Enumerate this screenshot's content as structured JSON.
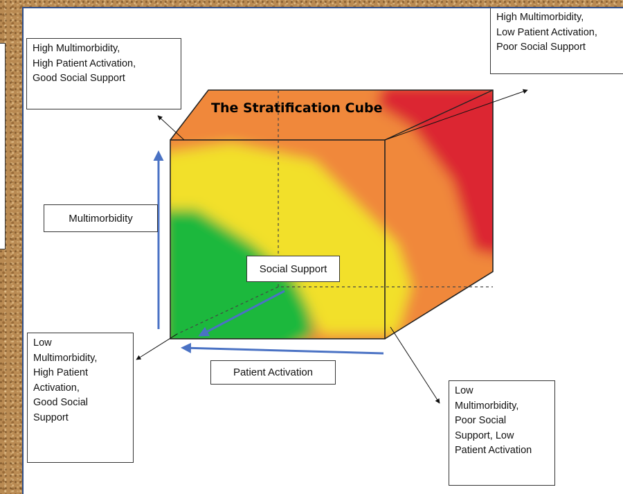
{
  "title": "The Stratification Cube",
  "axes": {
    "multimorbidity": "Multimorbidity",
    "social_support": "Social Support",
    "patient_activation": "Patient Activation"
  },
  "corners": {
    "top_left": {
      "line1": "High Multimorbidity,",
      "line2": "High Patient Activation,",
      "line3": "Good Social Support"
    },
    "top_right": {
      "line1": "High Multimorbidity,",
      "line2": "Low Patient Activation,",
      "line3": "Poor Social Support"
    },
    "bottom_left": {
      "line1": "Low",
      "line2": "Multimorbidity,",
      "line3": "High Patient",
      "line4": "Activation,",
      "line5": "Good Social",
      "line6": "Support"
    },
    "bottom_right": {
      "line1": "Low",
      "line2": "Multimorbidity,",
      "line3": "Poor Social",
      "line4": "Support, Low",
      "line5": "Patient Activation"
    }
  },
  "colors": {
    "green": "#1fb83c",
    "yellow": "#f2e02a",
    "orange": "#f0883a",
    "red": "#dc2530",
    "axis_arrow": "#4a72c4",
    "panel_border": "#2f4f8a"
  }
}
